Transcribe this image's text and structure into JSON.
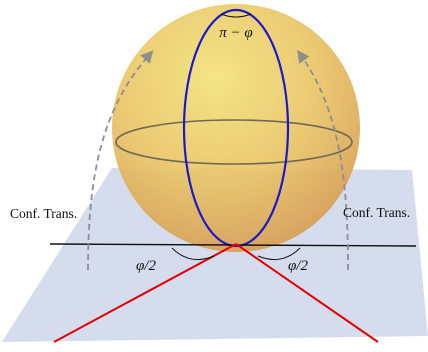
{
  "labels": {
    "top_angle": "π − φ",
    "left_half_angle": "φ/2",
    "right_half_angle": "φ/2",
    "left_transform": "Conf. Trans.",
    "right_transform": "Conf. Trans."
  },
  "colors": {
    "plane": "#d4dced",
    "sphere_light": "#f2e27a",
    "sphere_mid": "#e9c466",
    "sphere_dark": "#d69a52",
    "great_circle": "#1a1acc",
    "red_lines": "#e30000",
    "equator": "#6e6a58",
    "arrows": "#8e8e8e",
    "tangent_line": "#111111"
  }
}
